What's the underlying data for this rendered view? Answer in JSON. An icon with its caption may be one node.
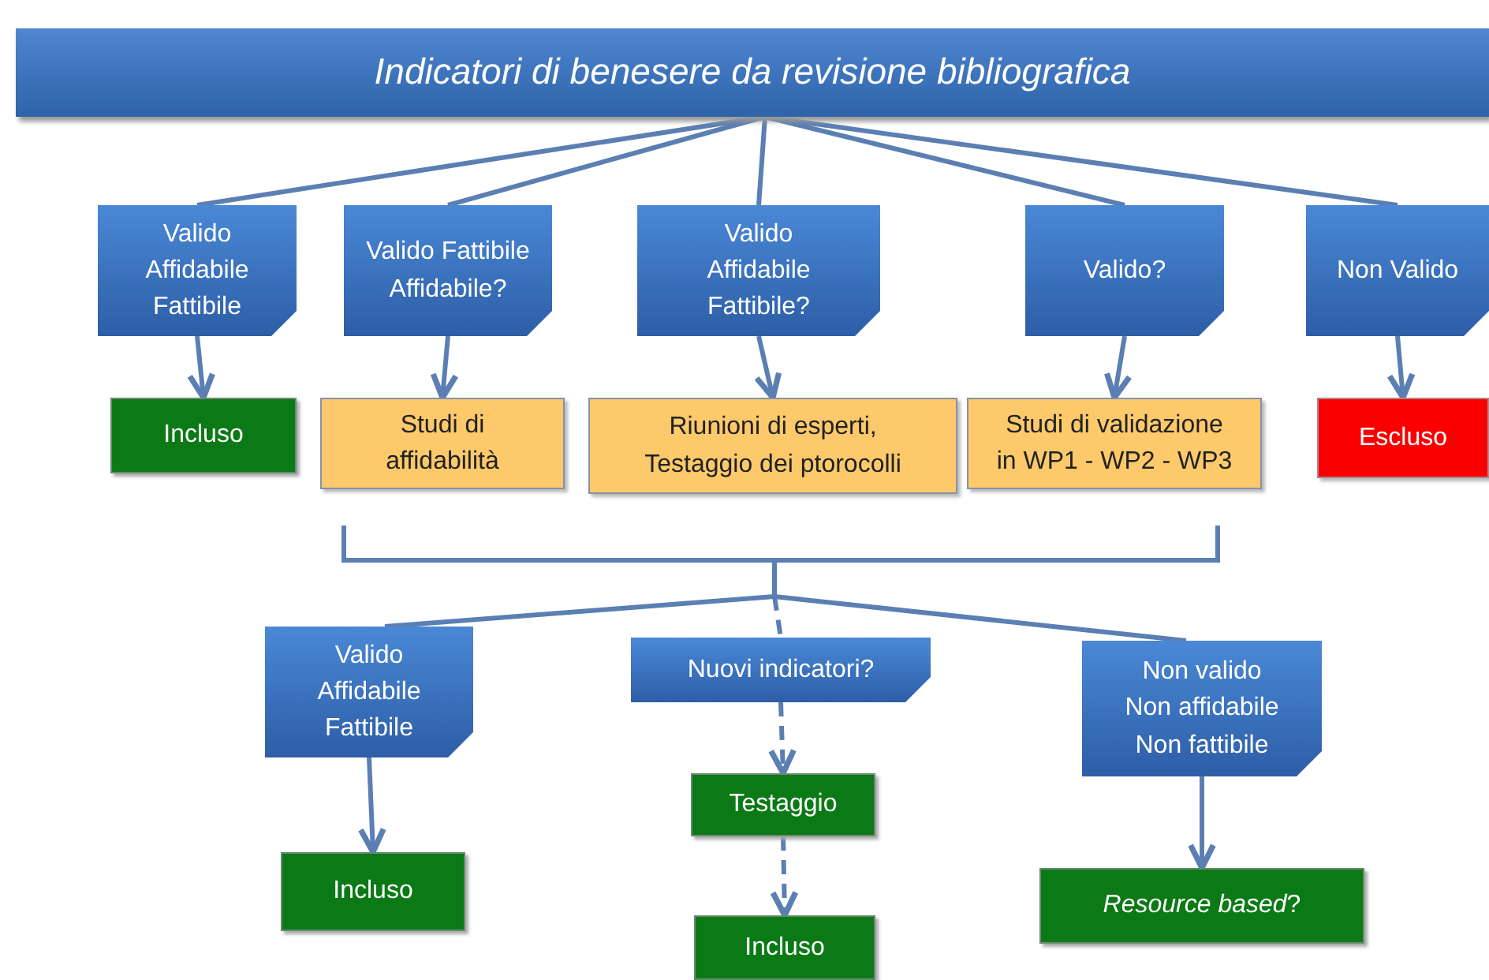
{
  "diagram": {
    "nodes": [
      {
        "text": [
          "Indicatori di benesere da revisione bibliografica"
        ]
      },
      {
        "text": [
          "Valido Affidabile Fattibile"
        ]
      },
      {
        "text": [
          "Valido Fattibile Affidabile?"
        ]
      },
      {
        "text": [
          "Valido Affidabile Fattibile?"
        ]
      },
      {
        "text": [
          "Valido?"
        ]
      },
      {
        "text": [
          "Non Valido"
        ]
      },
      {
        "text": [
          "Incluso"
        ]
      },
      {
        "text": [
          "Studi di affidabilità"
        ]
      },
      {
        "text": [
          "Riunioni di esperti, Testaggio dei ptorocolli"
        ]
      },
      {
        "text": [
          "Studi di validazione in WP1 - WP2 - WP3"
        ]
      },
      {
        "text": [
          "Escluso"
        ]
      },
      {
        "text": [
          "Valido Affidabile Fattibile"
        ]
      },
      {
        "text": [
          "Nuovi indicatori?"
        ]
      },
      {
        "text": [
          "Non valido Non affidabile Non fattibile"
        ]
      },
      {
        "text": [
          "Incluso"
        ]
      },
      {
        "text": [
          "Testaggio"
        ]
      },
      {
        "text": [
          "Incluso"
        ]
      },
      {
        "text": [
          "*Resource based*?"
        ]
      },
      {
        "text": [],
        "shape": "bracket"
      }
    ],
    "edges": [
      {
        "from": 0,
        "to": 1,
        "arrow": "none"
      },
      {
        "from": 0,
        "to": 2,
        "arrow": "none"
      },
      {
        "from": 0,
        "to": 3,
        "arrow": "none"
      },
      {
        "from": 0,
        "to": 4,
        "arrow": "none"
      },
      {
        "from": 0,
        "to": 5,
        "arrow": "none"
      },
      {
        "from": 1,
        "to": 6,
        "arrow": "to"
      },
      {
        "from": 2,
        "to": 7,
        "arrow": "to"
      },
      {
        "from": 3,
        "to": 8,
        "arrow": "to"
      },
      {
        "from": 4,
        "to": 9,
        "arrow": "to"
      },
      {
        "from": 5,
        "to": 10,
        "arrow": "to"
      },
      {
        "from": 18,
        "to": 11,
        "arrow": "none"
      },
      {
        "from": 18,
        "to": 12,
        "arrow": "none",
        "style": "dashed"
      },
      {
        "from": 18,
        "to": 13,
        "arrow": "none"
      },
      {
        "from": 11,
        "to": 14,
        "arrow": "to"
      },
      {
        "from": 12,
        "to": 15,
        "arrow": "to",
        "style": "dashed"
      },
      {
        "from": 15,
        "to": 16,
        "arrow": "to",
        "style": "dashed"
      },
      {
        "from": 13,
        "to": 17,
        "arrow": "to"
      }
    ]
  }
}
